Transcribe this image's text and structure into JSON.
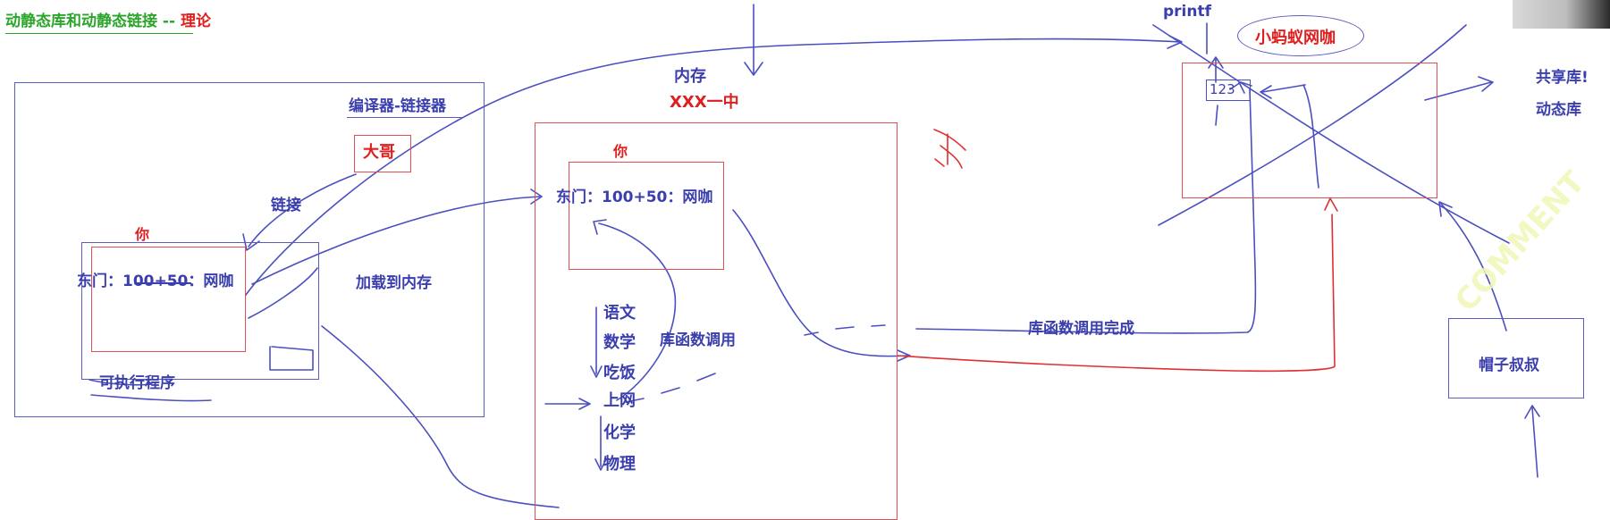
{
  "title": {
    "part1": "动静态库和动静态链接",
    "dashes": "--",
    "part2": "理论"
  },
  "left_panel": {
    "tool_label": "编译器-链接器",
    "dage": "大哥",
    "link_label": "链接",
    "ni": "你",
    "dongmen": "东门：100+50：网咖",
    "load_label": "加载到内存",
    "executable": "可执行程序"
  },
  "memory": {
    "label": "内存",
    "school": "XXX一中",
    "ni": "你",
    "dongmen": "东门：100+50：网咖",
    "subjects": [
      "语文",
      "数学",
      "吃饭",
      "上网",
      "化学",
      "物理"
    ],
    "call_label": "库函数调用",
    "dong_char": "东"
  },
  "net_cafe": {
    "printf": "printf",
    "name": "小蚂蚁网咖",
    "number": "123",
    "shared_lib": "共享库!",
    "dynamic_lib": "动态库",
    "call_done": "库函数调用完成",
    "uncle": "帽子叔叔"
  },
  "watermark": "COMMENT",
  "colors": {
    "blue": "#3b3fae",
    "red": "#e01e1e",
    "green": "#2aa52a"
  }
}
